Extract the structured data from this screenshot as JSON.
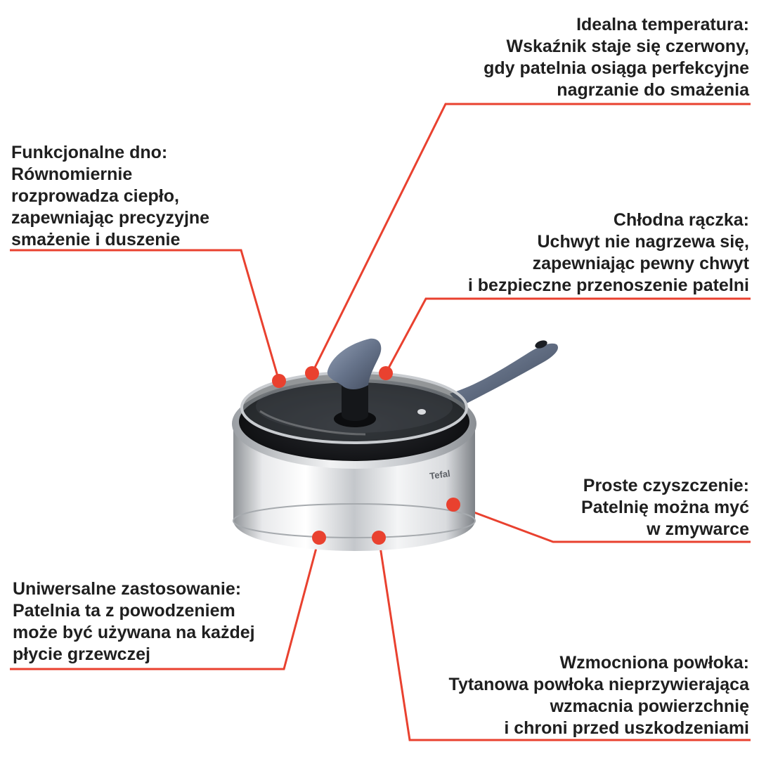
{
  "colors": {
    "accent_line": "#e9412f",
    "marker": "#e9412f",
    "text": "#1f1f1f",
    "steel": "#c9cbce",
    "lid_handle": "#6f7c92"
  },
  "brand_on_pan": "Tefal",
  "callouts": {
    "temperature": {
      "lines": [
        "Idealna temperatura:",
        "Wskaźnik staje się czerwony,",
        "gdy patelnia osiąga perfekcyjne",
        "nagrzanie do smażenia"
      ]
    },
    "bottom": {
      "lines": [
        "Funkcjonalne dno:",
        "Równomiernie",
        "rozprowadza ciepło,",
        "zapewniając precyzyjne",
        "smażenie i duszenie"
      ]
    },
    "handle": {
      "lines": [
        "Chłodna rączka:",
        "Uchwyt nie nagrzewa się,",
        "zapewniając pewny chwyt",
        "i bezpieczne przenoszenie patelni"
      ]
    },
    "cleaning": {
      "lines": [
        "Proste czyszczenie:",
        "Patelnię można myć",
        "w zmywarce"
      ]
    },
    "universal": {
      "lines": [
        "Uniwersalne zastosowanie:",
        "Patelnia ta z powodzeniem",
        "może być używana na każdej",
        "płycie grzewczej"
      ]
    },
    "coating": {
      "lines": [
        "Wzmocniona powłoka:",
        "Tytanowa powłoka nieprzywierająca",
        "wzmacnia powierzchnię",
        "i chroni przed uszkodzeniami"
      ]
    }
  }
}
